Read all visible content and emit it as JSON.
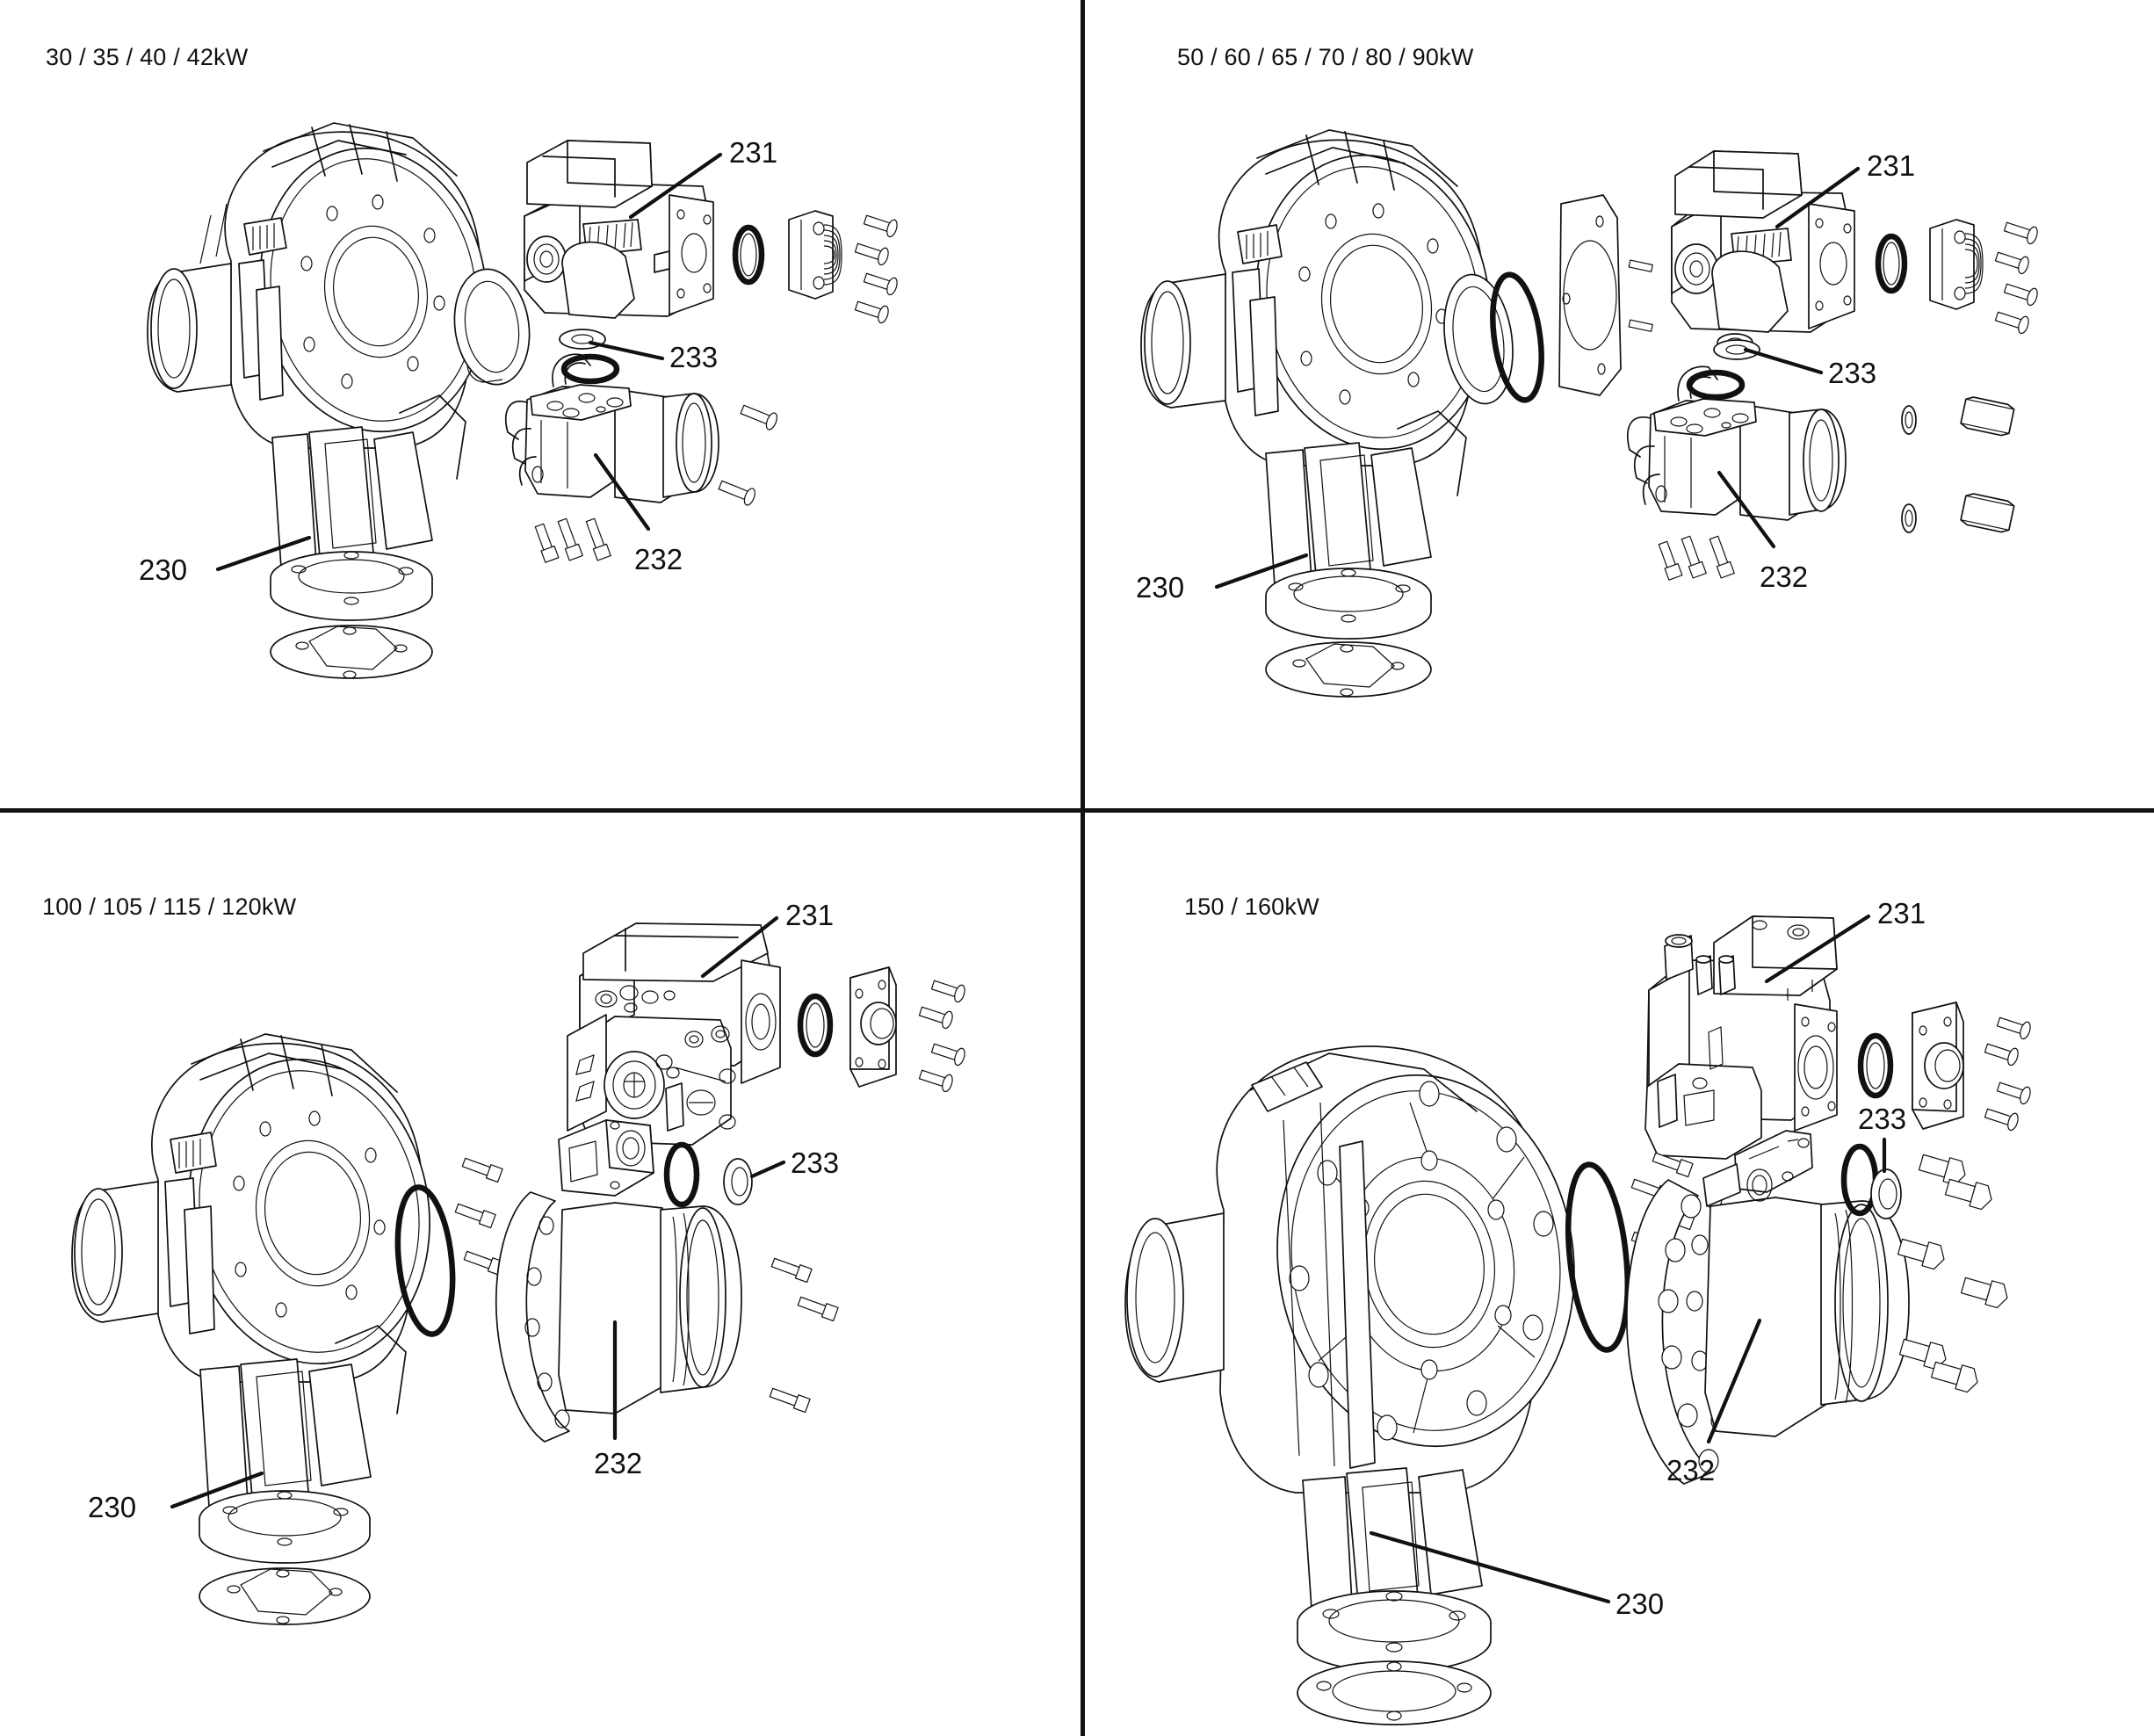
{
  "document": {
    "type": "exploded-parts-diagram",
    "description": "Four-panel exploded assembly drawing of fan / gas valve / venturi groups by boiler output rating"
  },
  "panels": [
    {
      "id": "top-left",
      "title": "30 / 35 / 40 / 42kW",
      "callouts": [
        {
          "number": "230",
          "part": "fan-blower-assembly"
        },
        {
          "number": "231",
          "part": "gas-valve"
        },
        {
          "number": "232",
          "part": "venturi"
        },
        {
          "number": "233",
          "part": "o-ring-seal"
        }
      ]
    },
    {
      "id": "top-right",
      "title": "50 / 60 / 65 / 70 / 80 / 90kW",
      "callouts": [
        {
          "number": "230",
          "part": "fan-blower-assembly"
        },
        {
          "number": "231",
          "part": "gas-valve"
        },
        {
          "number": "232",
          "part": "venturi"
        },
        {
          "number": "233",
          "part": "o-ring-seal"
        }
      ]
    },
    {
      "id": "bottom-left",
      "title": "100 / 105 / 115 / 120kW",
      "callouts": [
        {
          "number": "230",
          "part": "fan-blower-assembly"
        },
        {
          "number": "231",
          "part": "gas-valve"
        },
        {
          "number": "232",
          "part": "venturi"
        },
        {
          "number": "233",
          "part": "o-ring-seal"
        }
      ]
    },
    {
      "id": "bottom-right",
      "title": "150 / 160kW",
      "callouts": [
        {
          "number": "230",
          "part": "fan-blower-assembly"
        },
        {
          "number": "231",
          "part": "gas-valve"
        },
        {
          "number": "232",
          "part": "venturi"
        },
        {
          "number": "233",
          "part": "o-ring-seal"
        }
      ]
    }
  ],
  "colors": {
    "line": "#111111",
    "background": "#ffffff"
  }
}
